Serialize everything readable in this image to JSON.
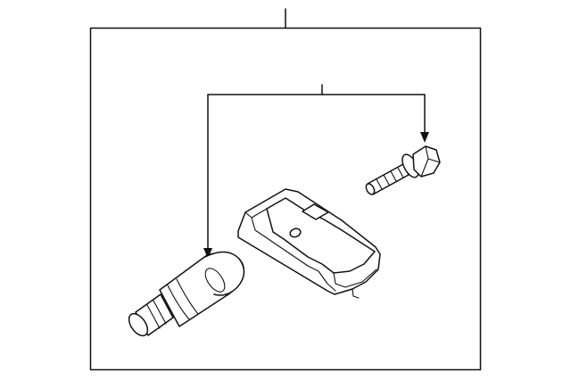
{
  "diagram": {
    "background_color": "#ffffff",
    "line_color": "#111111",
    "parts": [
      {
        "id": "valve-stem",
        "icon": "valve-stem-icon"
      },
      {
        "id": "tpms-sensor",
        "icon": "tpms-sensor-icon"
      },
      {
        "id": "screw",
        "icon": "screw-icon"
      }
    ]
  }
}
